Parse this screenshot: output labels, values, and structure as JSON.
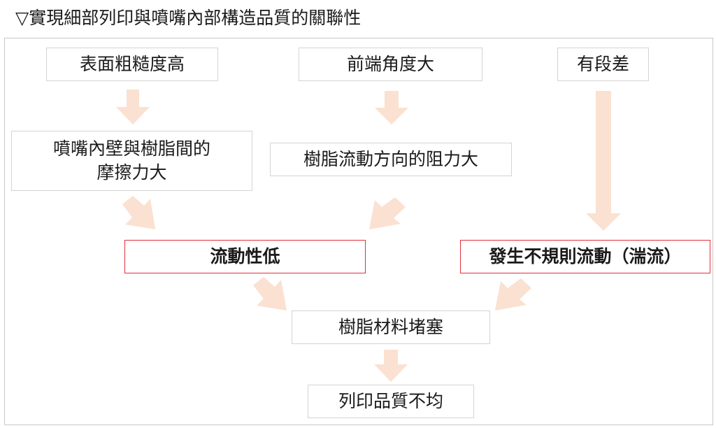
{
  "title": "▽實現細部列印與噴嘴內部構造品質的關聯性",
  "nodes": {
    "surface": "表面粗糙度高",
    "tip_angle": "前端角度大",
    "step": "有段差",
    "friction": "噴嘴內壁與樹脂間的\n摩擦力大",
    "resistance": "樹脂流動方向的阻力大",
    "low_flow": "流動性低",
    "turbulence": "發生不規則流動（湍流）",
    "clog": "樹脂材料堵塞",
    "uneven": "列印品質不均"
  },
  "colors": {
    "arrow": "#fbe1d1",
    "highlight_border": "#e0303a"
  }
}
